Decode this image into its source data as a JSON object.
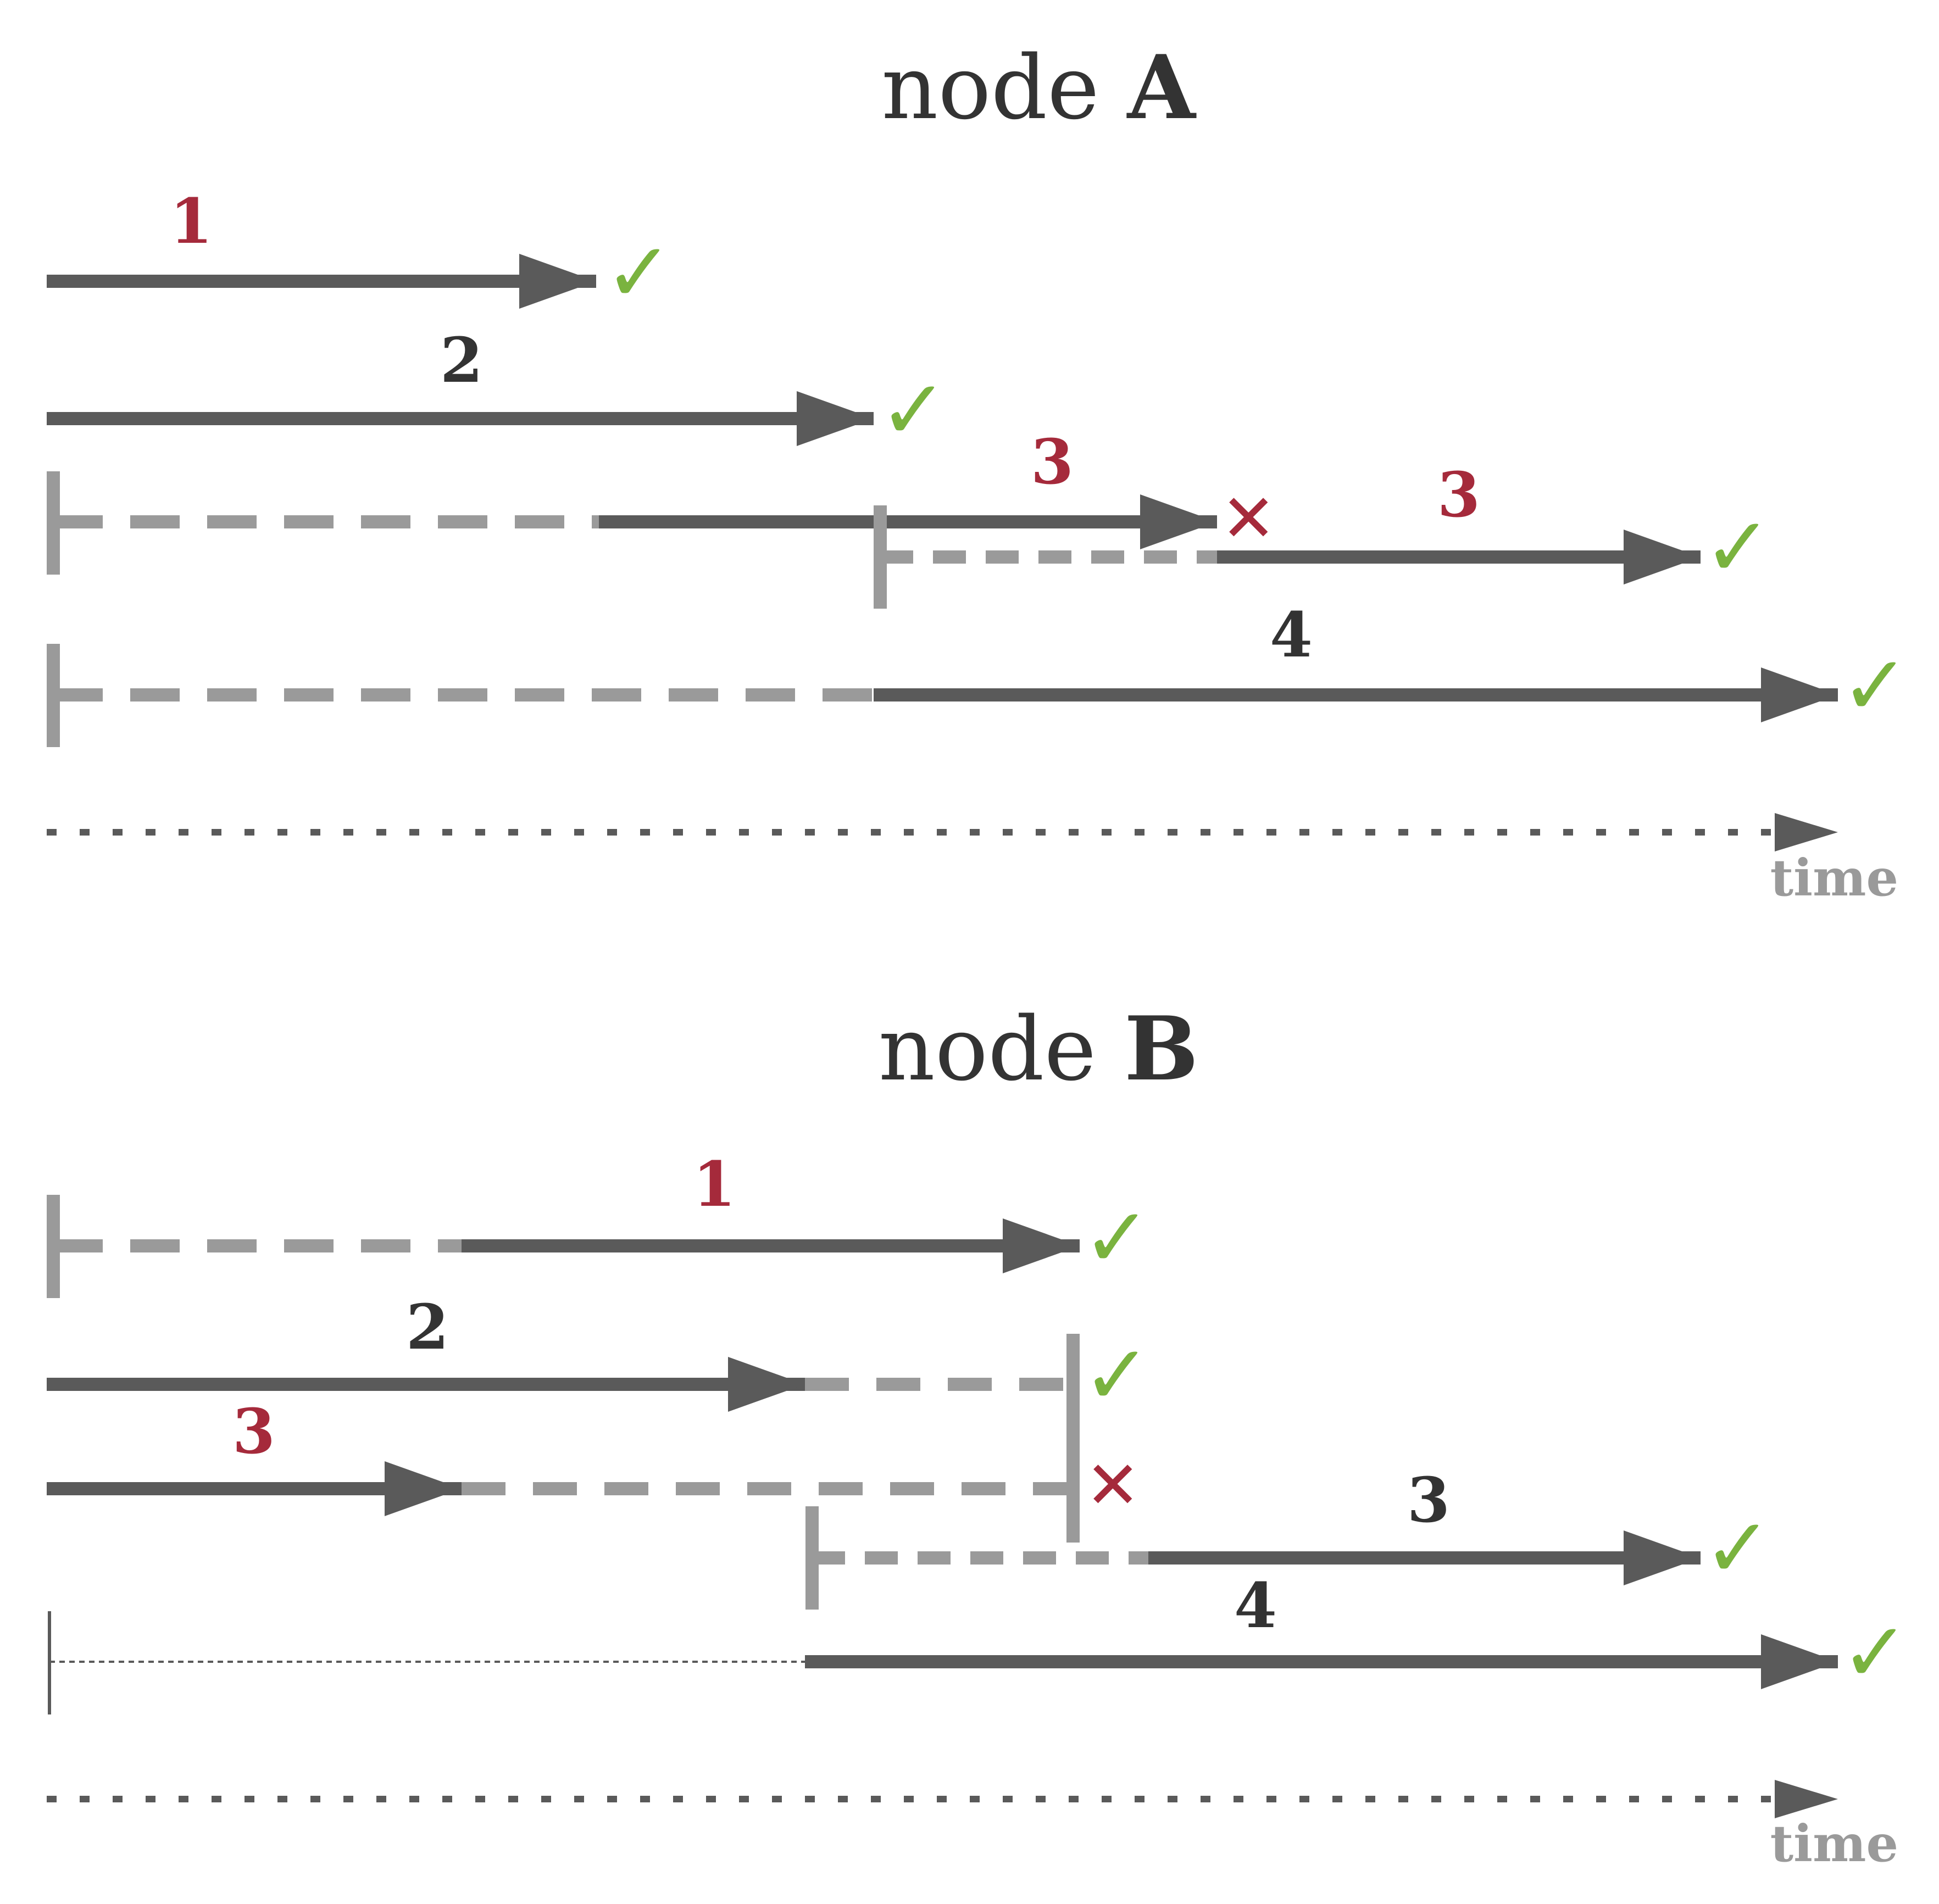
{
  "panels": [
    {
      "title_prefix": "node ",
      "title_bold": "A",
      "time_label": "time",
      "rows": [
        {
          "labels": [
            {
              "text": "1",
              "color": "red"
            }
          ],
          "outcomes": [
            "check"
          ]
        },
        {
          "labels": [
            {
              "text": "2",
              "color": "dark"
            }
          ],
          "outcomes": [
            "check"
          ]
        },
        {
          "labels": [
            {
              "text": "3",
              "color": "red"
            },
            {
              "text": "3",
              "color": "red"
            }
          ],
          "outcomes": [
            "cross",
            "check"
          ]
        },
        {
          "labels": [
            {
              "text": "4",
              "color": "dark"
            }
          ],
          "outcomes": [
            "check"
          ]
        }
      ]
    },
    {
      "title_prefix": "node ",
      "title_bold": "B",
      "time_label": "time",
      "rows": [
        {
          "labels": [
            {
              "text": "1",
              "color": "red"
            }
          ],
          "outcomes": [
            "check"
          ]
        },
        {
          "labels": [
            {
              "text": "2",
              "color": "dark"
            }
          ],
          "outcomes": [
            "check"
          ]
        },
        {
          "labels": [
            {
              "text": "3",
              "color": "red"
            }
          ],
          "outcomes": [
            "cross"
          ]
        },
        {
          "labels": [
            {
              "text": "3",
              "color": "dark"
            }
          ],
          "outcomes": [
            "check"
          ]
        },
        {
          "labels": [
            {
              "text": "4",
              "color": "dark"
            }
          ],
          "outcomes": [
            "check"
          ]
        }
      ]
    }
  ],
  "symbols": {
    "check": "✓",
    "cross": "✕"
  },
  "colors": {
    "solid": "#5a5a5a",
    "dashed": "#9a9a9a",
    "red": "#a52a3b",
    "green": "#7ab33f",
    "dark": "#333333"
  }
}
